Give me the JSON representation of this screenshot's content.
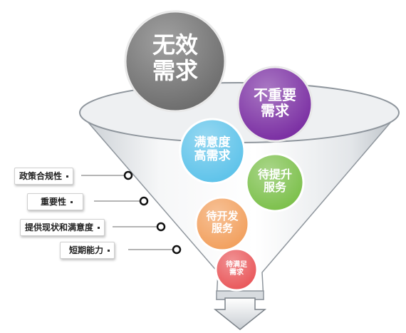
{
  "bubbles": {
    "invalid": {
      "line1": "无效",
      "line2": "需求",
      "color": "#6e6e6e"
    },
    "unimportant": {
      "line1": "不重要",
      "line2": "需求",
      "color": "#7b2fa3"
    },
    "satisfaction": {
      "line1": "满意度",
      "line2": "高需求",
      "color": "#5ec3ea"
    },
    "to_improve": {
      "line1": "待提升",
      "line2": "服务",
      "color": "#7cc04b"
    },
    "to_develop": {
      "line1": "待开发",
      "line2": "服务",
      "color": "#f2a05e"
    },
    "to_satisfy": {
      "line1": "待满足",
      "line2": "需求",
      "color": "#e9575a"
    }
  },
  "labels": {
    "compliance": "政策合规性",
    "importance": "重要性",
    "status_satisfaction": "提供现状和满意度",
    "short_term": "短期能力"
  }
}
